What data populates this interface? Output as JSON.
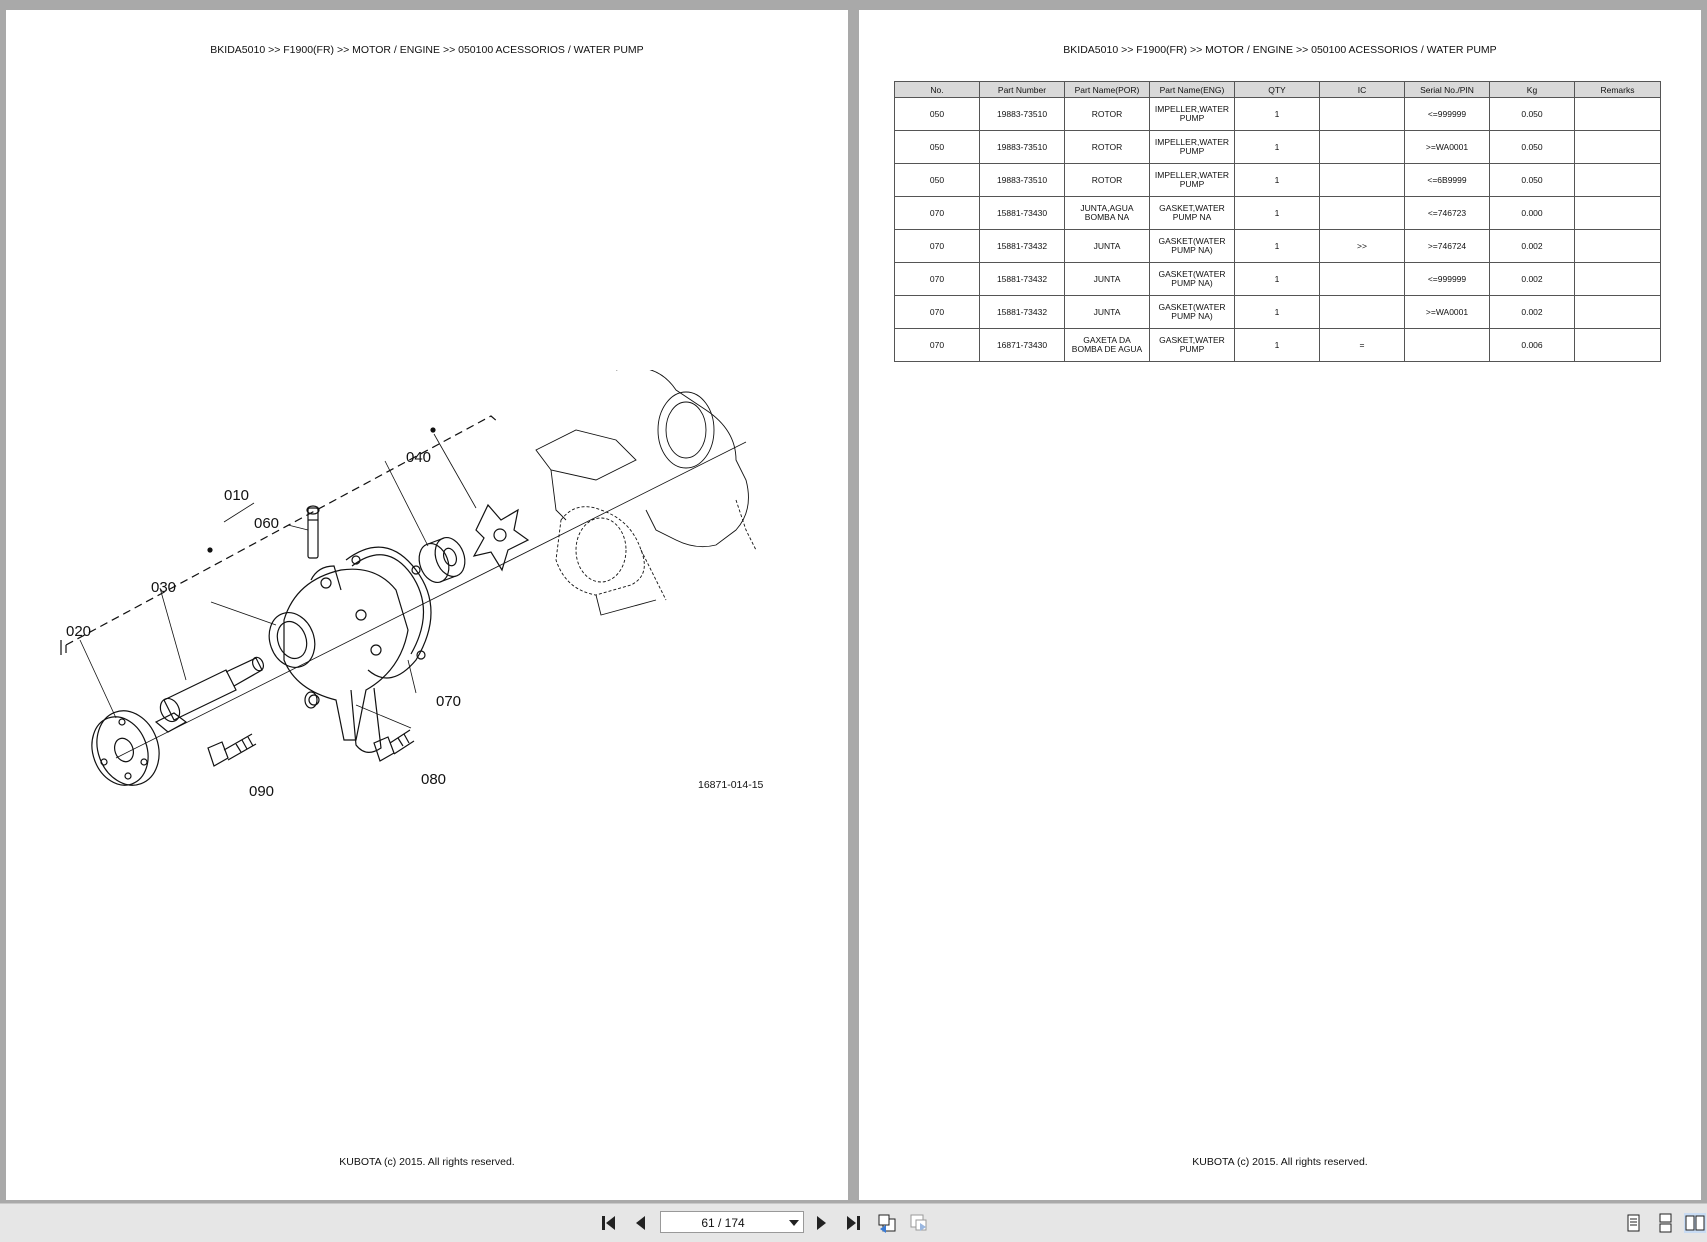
{
  "header_text": "BKIDA5010 >> F1900(FR) >> MOTOR / ENGINE >> 050100   ACESSORIOS / WATER PUMP",
  "footer_text": "KUBOTA (c) 2015. All rights reserved.",
  "diagram": {
    "labels": {
      "p010": "010",
      "p020": "020",
      "p030": "030",
      "p040": "040",
      "p060": "060",
      "p070": "070",
      "p080": "080",
      "p090": "090"
    },
    "drawing_code": "16871-014-15"
  },
  "table": {
    "headers": [
      "No.",
      "Part Number",
      "Part Name(POR)",
      "Part Name(ENG)",
      "QTY",
      "IC",
      "Serial No./PIN",
      "Kg",
      "Remarks"
    ],
    "rows": [
      [
        "050",
        "19883-73510",
        "ROTOR",
        "IMPELLER,WATER PUMP",
        "1",
        "",
        "<=999999",
        "0.050",
        ""
      ],
      [
        "050",
        "19883-73510",
        "ROTOR",
        "IMPELLER,WATER PUMP",
        "1",
        "",
        ">=WA0001",
        "0.050",
        ""
      ],
      [
        "050",
        "19883-73510",
        "ROTOR",
        "IMPELLER,WATER PUMP",
        "1",
        "",
        "<=6B9999",
        "0.050",
        ""
      ],
      [
        "070",
        "15881-73430",
        "JUNTA,AGUA BOMBA NA",
        "GASKET,WATER PUMP NA",
        "1",
        "",
        "<=746723",
        "0.000",
        ""
      ],
      [
        "070",
        "15881-73432",
        "JUNTA",
        "GASKET(WATER PUMP NA)",
        "1",
        ">>",
        ">=746724",
        "0.002",
        ""
      ],
      [
        "070",
        "15881-73432",
        "JUNTA",
        "GASKET(WATER PUMP NA)",
        "1",
        "",
        "<=999999",
        "0.002",
        ""
      ],
      [
        "070",
        "15881-73432",
        "JUNTA",
        "GASKET(WATER PUMP NA)",
        "1",
        "",
        ">=WA0001",
        "0.002",
        ""
      ],
      [
        "070",
        "16871-73430",
        "GAXETA DA BOMBA DE AGUA",
        "GASKET,WATER PUMP",
        "1",
        "=",
        "",
        "0.006",
        ""
      ]
    ]
  },
  "toolbar": {
    "page_indicator": "61 / 174",
    "icons": {
      "first": "skip-to-first-icon",
      "prev": "previous-page-icon",
      "next": "next-page-icon",
      "last": "skip-to-last-icon",
      "back": "previous-view-icon",
      "forward": "next-view-icon",
      "single": "single-page-icon",
      "continuous": "continuous-page-icon",
      "facing": "facing-pages-icon"
    }
  }
}
